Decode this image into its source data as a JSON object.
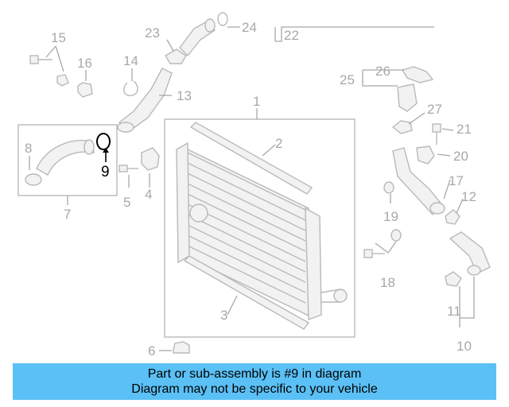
{
  "diagram": {
    "callouts": [
      "1",
      "2",
      "3",
      "4",
      "5",
      "6",
      "7",
      "8",
      "9",
      "10",
      "11",
      "12",
      "13",
      "14",
      "15",
      "16",
      "17",
      "18",
      "19",
      "20",
      "21",
      "22",
      "23",
      "24",
      "25",
      "26",
      "27"
    ],
    "highlighted": "9",
    "colors": {
      "parts": "#b9b9b9",
      "highlight": "#000000",
      "banner": "#5bc0f5"
    }
  },
  "banner": {
    "line1": "Part or sub-assembly is #9 in diagram",
    "line2": "Diagram may not be specific to your vehicle"
  }
}
